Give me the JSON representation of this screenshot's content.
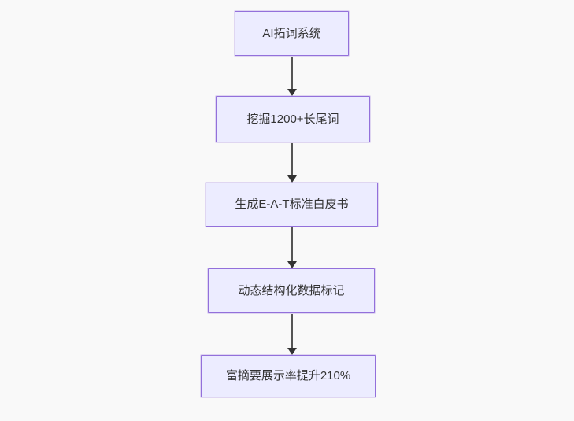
{
  "flowchart": {
    "type": "flowchart-top-down",
    "nodes": [
      {
        "id": "node-1",
        "label": "AI拓词系统"
      },
      {
        "id": "node-2",
        "label": "挖掘1200+长尾词"
      },
      {
        "id": "node-3",
        "label": "生成E-A-T标准白皮书"
      },
      {
        "id": "node-4",
        "label": "动态结构化数据标记"
      },
      {
        "id": "node-5",
        "label": "富摘要展示率提升210%"
      }
    ],
    "edges": [
      {
        "from": "node-1",
        "to": "node-2"
      },
      {
        "from": "node-2",
        "to": "node-3"
      },
      {
        "from": "node-3",
        "to": "node-4"
      },
      {
        "from": "node-4",
        "to": "node-5"
      }
    ],
    "colors": {
      "background": "#f9f9f9",
      "node_fill": "#ECECFF",
      "node_border": "#9370DB",
      "edge_line": "#555555",
      "edge_arrowhead": "#333333",
      "text": "#333333"
    }
  }
}
